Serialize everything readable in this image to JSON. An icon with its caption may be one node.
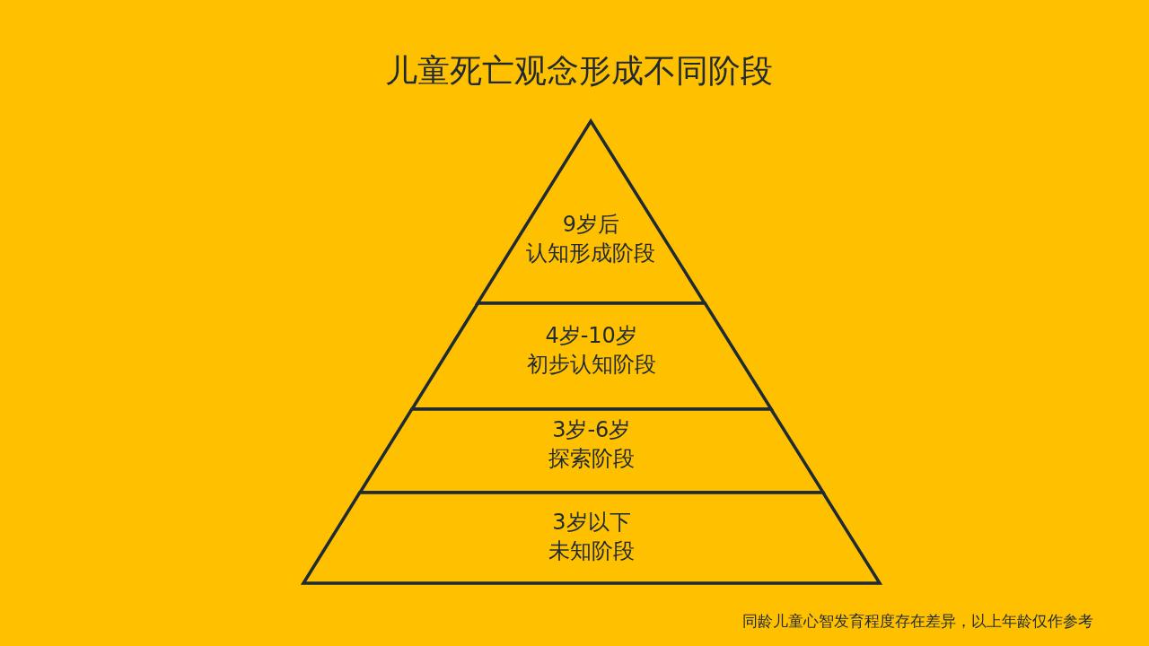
{
  "diagram": {
    "title": "儿童死亡观念形成不同阶段",
    "nodes": [
      {
        "text": [
          "9岁后",
          "认知形成阶段"
        ]
      },
      {
        "text": [
          "4岁-10岁",
          "初步认知阶段"
        ]
      },
      {
        "text": [
          "3岁-6岁",
          "探索阶段"
        ]
      },
      {
        "text": [
          "3岁以下",
          "未知阶段"
        ]
      }
    ],
    "labels": [
      "同龄儿童心智发育程度存在差异，以上年龄仅作参考"
    ]
  }
}
